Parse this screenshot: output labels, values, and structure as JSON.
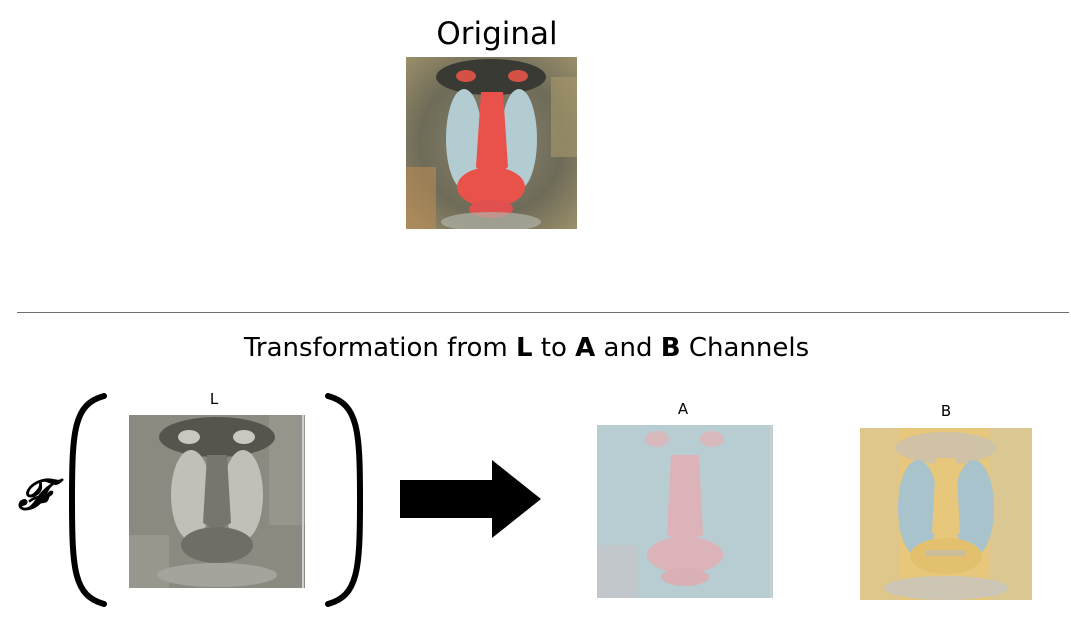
{
  "top": {
    "title": "Original"
  },
  "bottom": {
    "subtitle_prefix": "Transformation from ",
    "subtitle_l": "L",
    "subtitle_mid1": " to ",
    "subtitle_a": "A",
    "subtitle_mid2": " and ",
    "subtitle_b": "B",
    "subtitle_suffix": " Channels",
    "operator_symbol": "𝓕",
    "labels": {
      "l": "L",
      "a": "A",
      "b": "B"
    }
  },
  "colors": {
    "original_fur": "#7a7560",
    "original_nose": "#e8524a",
    "original_cheeks": "#b2ccd2",
    "l_gray": "#8a8a80",
    "a_bg": "#b8cdd1",
    "a_nose": "#dcb3b8",
    "b_bg": "#e6c77c",
    "b_face": "#a9c3cc",
    "arrow": "#000000"
  }
}
